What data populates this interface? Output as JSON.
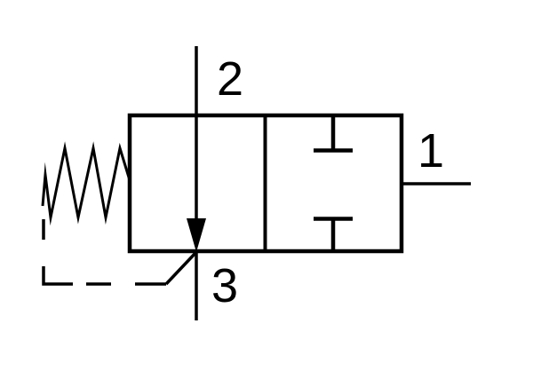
{
  "page": {
    "background_color": "#ffffff",
    "line_color": "#000000"
  },
  "schematic": {
    "kind": "valve-symbol",
    "ports": {
      "top": {
        "label": "2"
      },
      "right": {
        "label": "1"
      },
      "bottom": {
        "label": "3"
      }
    }
  }
}
